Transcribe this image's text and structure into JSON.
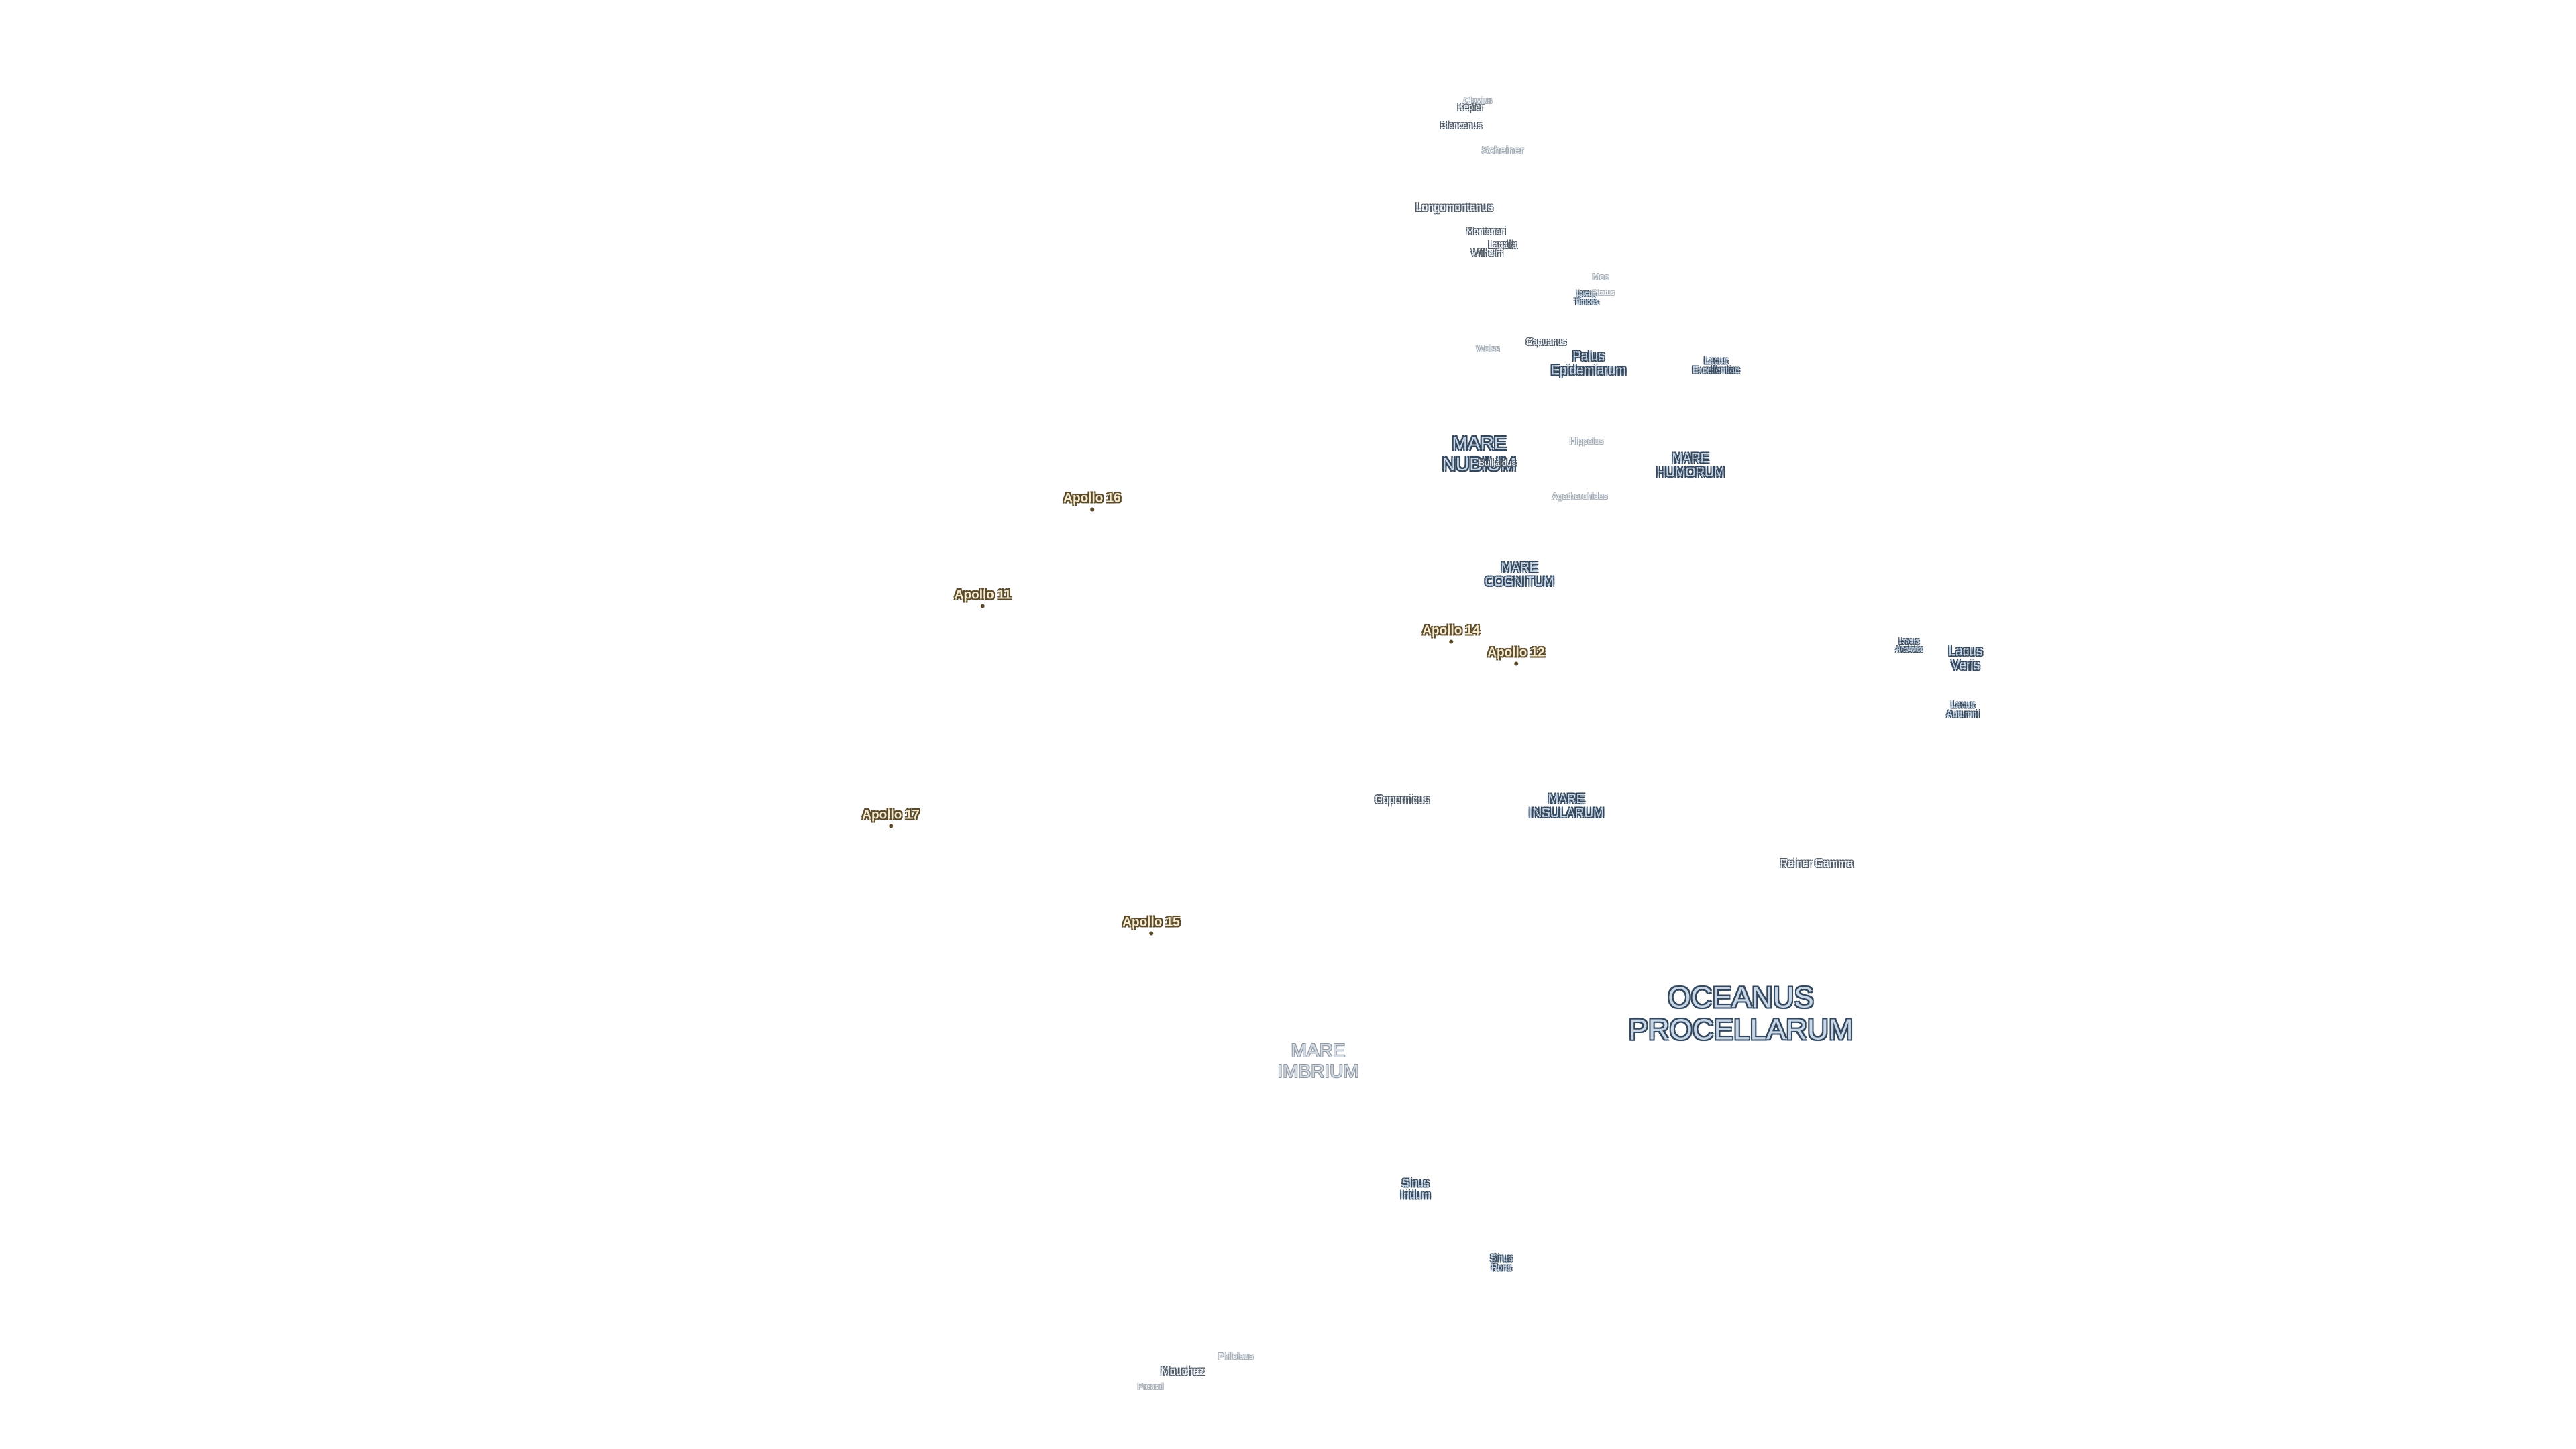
{
  "map": {
    "seas": [
      {
        "id": "oceanus-procellarum",
        "lines": [
          "OCEANUS",
          "PROCELLARUM"
        ]
      },
      {
        "id": "mare-imbrium",
        "lines": [
          "MARE",
          "IMBRIUM"
        ]
      },
      {
        "id": "mare-nubium",
        "lines": [
          "MARE",
          "NUBIUM"
        ]
      },
      {
        "id": "mare-humorum",
        "lines": [
          "MARE",
          "HUMORUM"
        ]
      },
      {
        "id": "mare-cognitum",
        "lines": [
          "MARE",
          "COGNITUM"
        ]
      },
      {
        "id": "mare-insularum",
        "lines": [
          "MARE",
          "INSULARUM"
        ]
      },
      {
        "id": "palus-epidemiarum",
        "lines": [
          "Palus",
          "Epidemiarum"
        ]
      },
      {
        "id": "lacus-excellentiae",
        "lines": [
          "Lacus",
          "Excellentiae"
        ]
      },
      {
        "id": "lacus-veris",
        "lines": [
          "Lacus",
          "Veris"
        ]
      },
      {
        "id": "lacus-autumni",
        "lines": [
          "Lacus",
          "Autumni"
        ]
      },
      {
        "id": "lacus-aestatis",
        "lines": [
          "Lacus",
          "Aestatis"
        ]
      },
      {
        "id": "lacus-timoris",
        "lines": [
          "Lacus",
          "Timoris"
        ]
      },
      {
        "id": "sinus-iridum",
        "lines": [
          "Sinus",
          "Iridum"
        ]
      },
      {
        "id": "sinus-roris",
        "lines": [
          "Sinus",
          "Roris"
        ]
      }
    ],
    "craters": [
      {
        "id": "clavius",
        "text": "Clavius"
      },
      {
        "id": "kepler",
        "text": "Kepler"
      },
      {
        "id": "blancanus",
        "text": "Blancanus"
      },
      {
        "id": "scheiner",
        "text": "Scheiner"
      },
      {
        "id": "longomontanus",
        "text": "Longomontanus"
      },
      {
        "id": "montanari",
        "text": "Montanari"
      },
      {
        "id": "lagalla",
        "text": "Lagalla"
      },
      {
        "id": "wilhelm",
        "text": "Wilhelm"
      },
      {
        "id": "weiss",
        "text": "Weiss"
      },
      {
        "id": "capuanus",
        "text": "Capuanus"
      },
      {
        "id": "hippalus",
        "text": "Hippalus"
      },
      {
        "id": "agatharchides",
        "text": "Agatharchides"
      },
      {
        "id": "bullialdus",
        "text": "Bullialdus"
      },
      {
        "id": "copernicus",
        "text": "Copernicus"
      },
      {
        "id": "reiner-gamma",
        "text": "Reiner Gamma"
      },
      {
        "id": "philolaus",
        "text": "Philolaus"
      },
      {
        "id": "mouchez",
        "text": "Mouchez"
      },
      {
        "id": "pascal",
        "text": "Pascal"
      },
      {
        "id": "pitatus",
        "text": "Pitatus"
      },
      {
        "id": "mee",
        "text": "Mee"
      }
    ],
    "apollo_sites": [
      {
        "id": "apollo-16",
        "text": "Apollo 16"
      },
      {
        "id": "apollo-11",
        "text": "Apollo 11"
      },
      {
        "id": "apollo-14",
        "text": "Apollo 14"
      },
      {
        "id": "apollo-12",
        "text": "Apollo 12"
      },
      {
        "id": "apollo-17",
        "text": "Apollo 17"
      },
      {
        "id": "apollo-15",
        "text": "Apollo 15"
      }
    ],
    "colors": {
      "background": "#ffffff",
      "sea_fill": "#c9d6e6",
      "sea_outline": "#33485f",
      "crater_fill": "#eceff3",
      "crater_outline": "#4e5a66",
      "apollo_fill": "#f6ecd2",
      "apollo_outline": "#5b4a2a"
    }
  }
}
